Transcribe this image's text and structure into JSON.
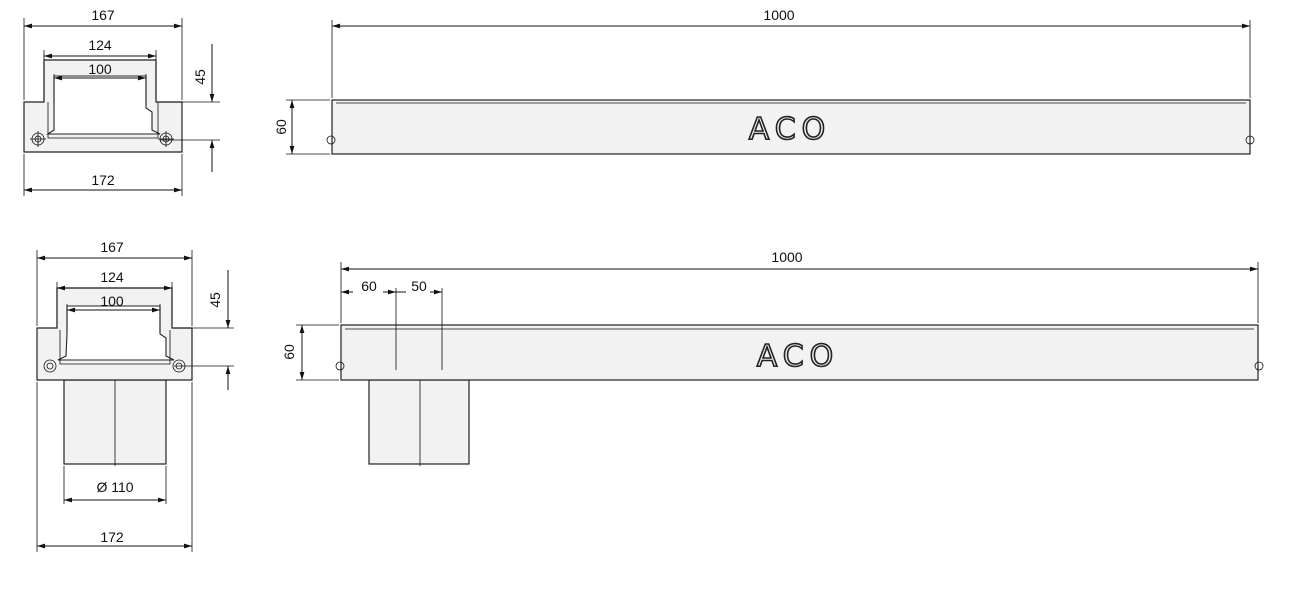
{
  "drawings": {
    "top_section": {
      "width_top": "167",
      "inner_wide": "124",
      "inner_narrow": "100",
      "height": "45",
      "width_bottom": "172"
    },
    "top_side": {
      "length": "1000",
      "height": "60",
      "logo": "ACO"
    },
    "bottom_section": {
      "width_top": "167",
      "inner_wide": "124",
      "inner_narrow": "100",
      "height": "45",
      "outlet_diameter": "Ø 110",
      "width_bottom": "172"
    },
    "bottom_side": {
      "length": "1000",
      "height": "60",
      "offset": "60",
      "outlet_width": "50",
      "logo": "ACO"
    }
  }
}
